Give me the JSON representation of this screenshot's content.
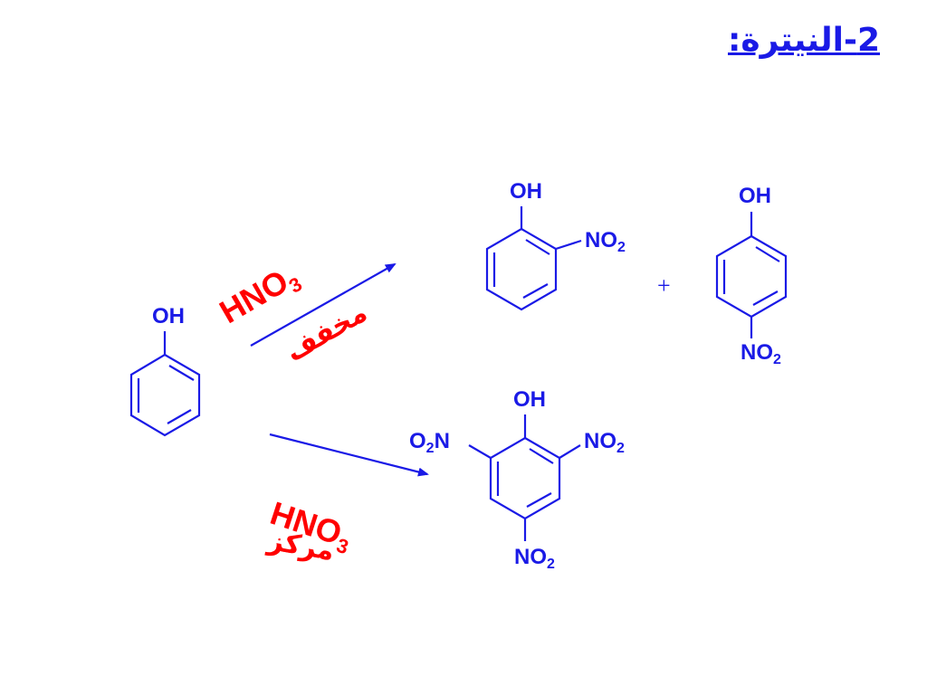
{
  "title": "2-النيترة:",
  "colors": {
    "structure": "#1a1ae6",
    "reagent": "#ff0000",
    "title": "#1a1ae6"
  },
  "molecules": {
    "phenol": {
      "oh": "OH"
    },
    "ortho_nitrophenol": {
      "oh": "OH",
      "no2": {
        "main": "NO",
        "sub": "2"
      }
    },
    "para_nitrophenol": {
      "oh": "OH",
      "no2": {
        "main": "NO",
        "sub": "2"
      }
    },
    "picric_acid": {
      "oh": "OH",
      "no2_left": {
        "pre": "O",
        "sub": "2",
        "post": "N"
      },
      "no2_right": {
        "main": "NO",
        "sub": "2"
      },
      "no2_bottom": {
        "main": "NO",
        "sub": "2"
      }
    }
  },
  "plus_sign": "+",
  "reactions": {
    "dilute": {
      "reagent_main": "HNO",
      "reagent_sub": "3",
      "condition": "مخفف"
    },
    "concentrated": {
      "reagent_main": "HNO",
      "reagent_sub": "3",
      "condition": "مركز"
    }
  }
}
